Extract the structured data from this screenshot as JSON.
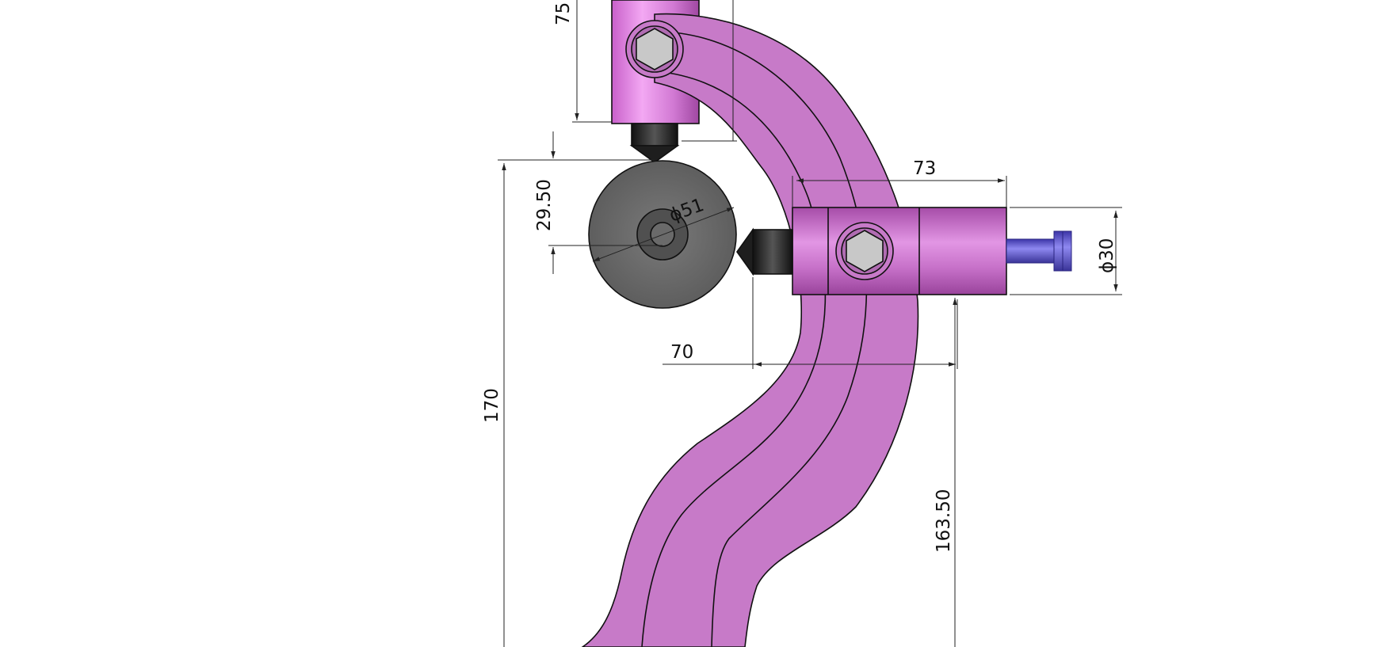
{
  "drawing": {
    "background": "#ffffff",
    "colors": {
      "frame": "#c77ac8",
      "cylinder_light": "#f2a6f2",
      "cylinder_mid": "#d47ad6",
      "cylinder_dark": "#a64ca8",
      "wheel": "#6e6e6e",
      "tip": "#222222",
      "screw": "#6b63d6",
      "bolt_head": "#c8c8c8"
    },
    "parts": [
      "frame-arm",
      "top-cylinder",
      "side-cylinder",
      "grinding-wheel",
      "top-tip",
      "side-tip",
      "bolt-head-top",
      "bolt-head-side",
      "adjust-screw"
    ],
    "dimensions": {
      "top_length": "75",
      "wheel_offset": "29.50",
      "wheel_diameter": "ϕ51",
      "side_length": "73",
      "cylinder_diameter": "ϕ30",
      "tip_reach": "70",
      "total_height": "170",
      "lower_height": "163.50"
    }
  }
}
